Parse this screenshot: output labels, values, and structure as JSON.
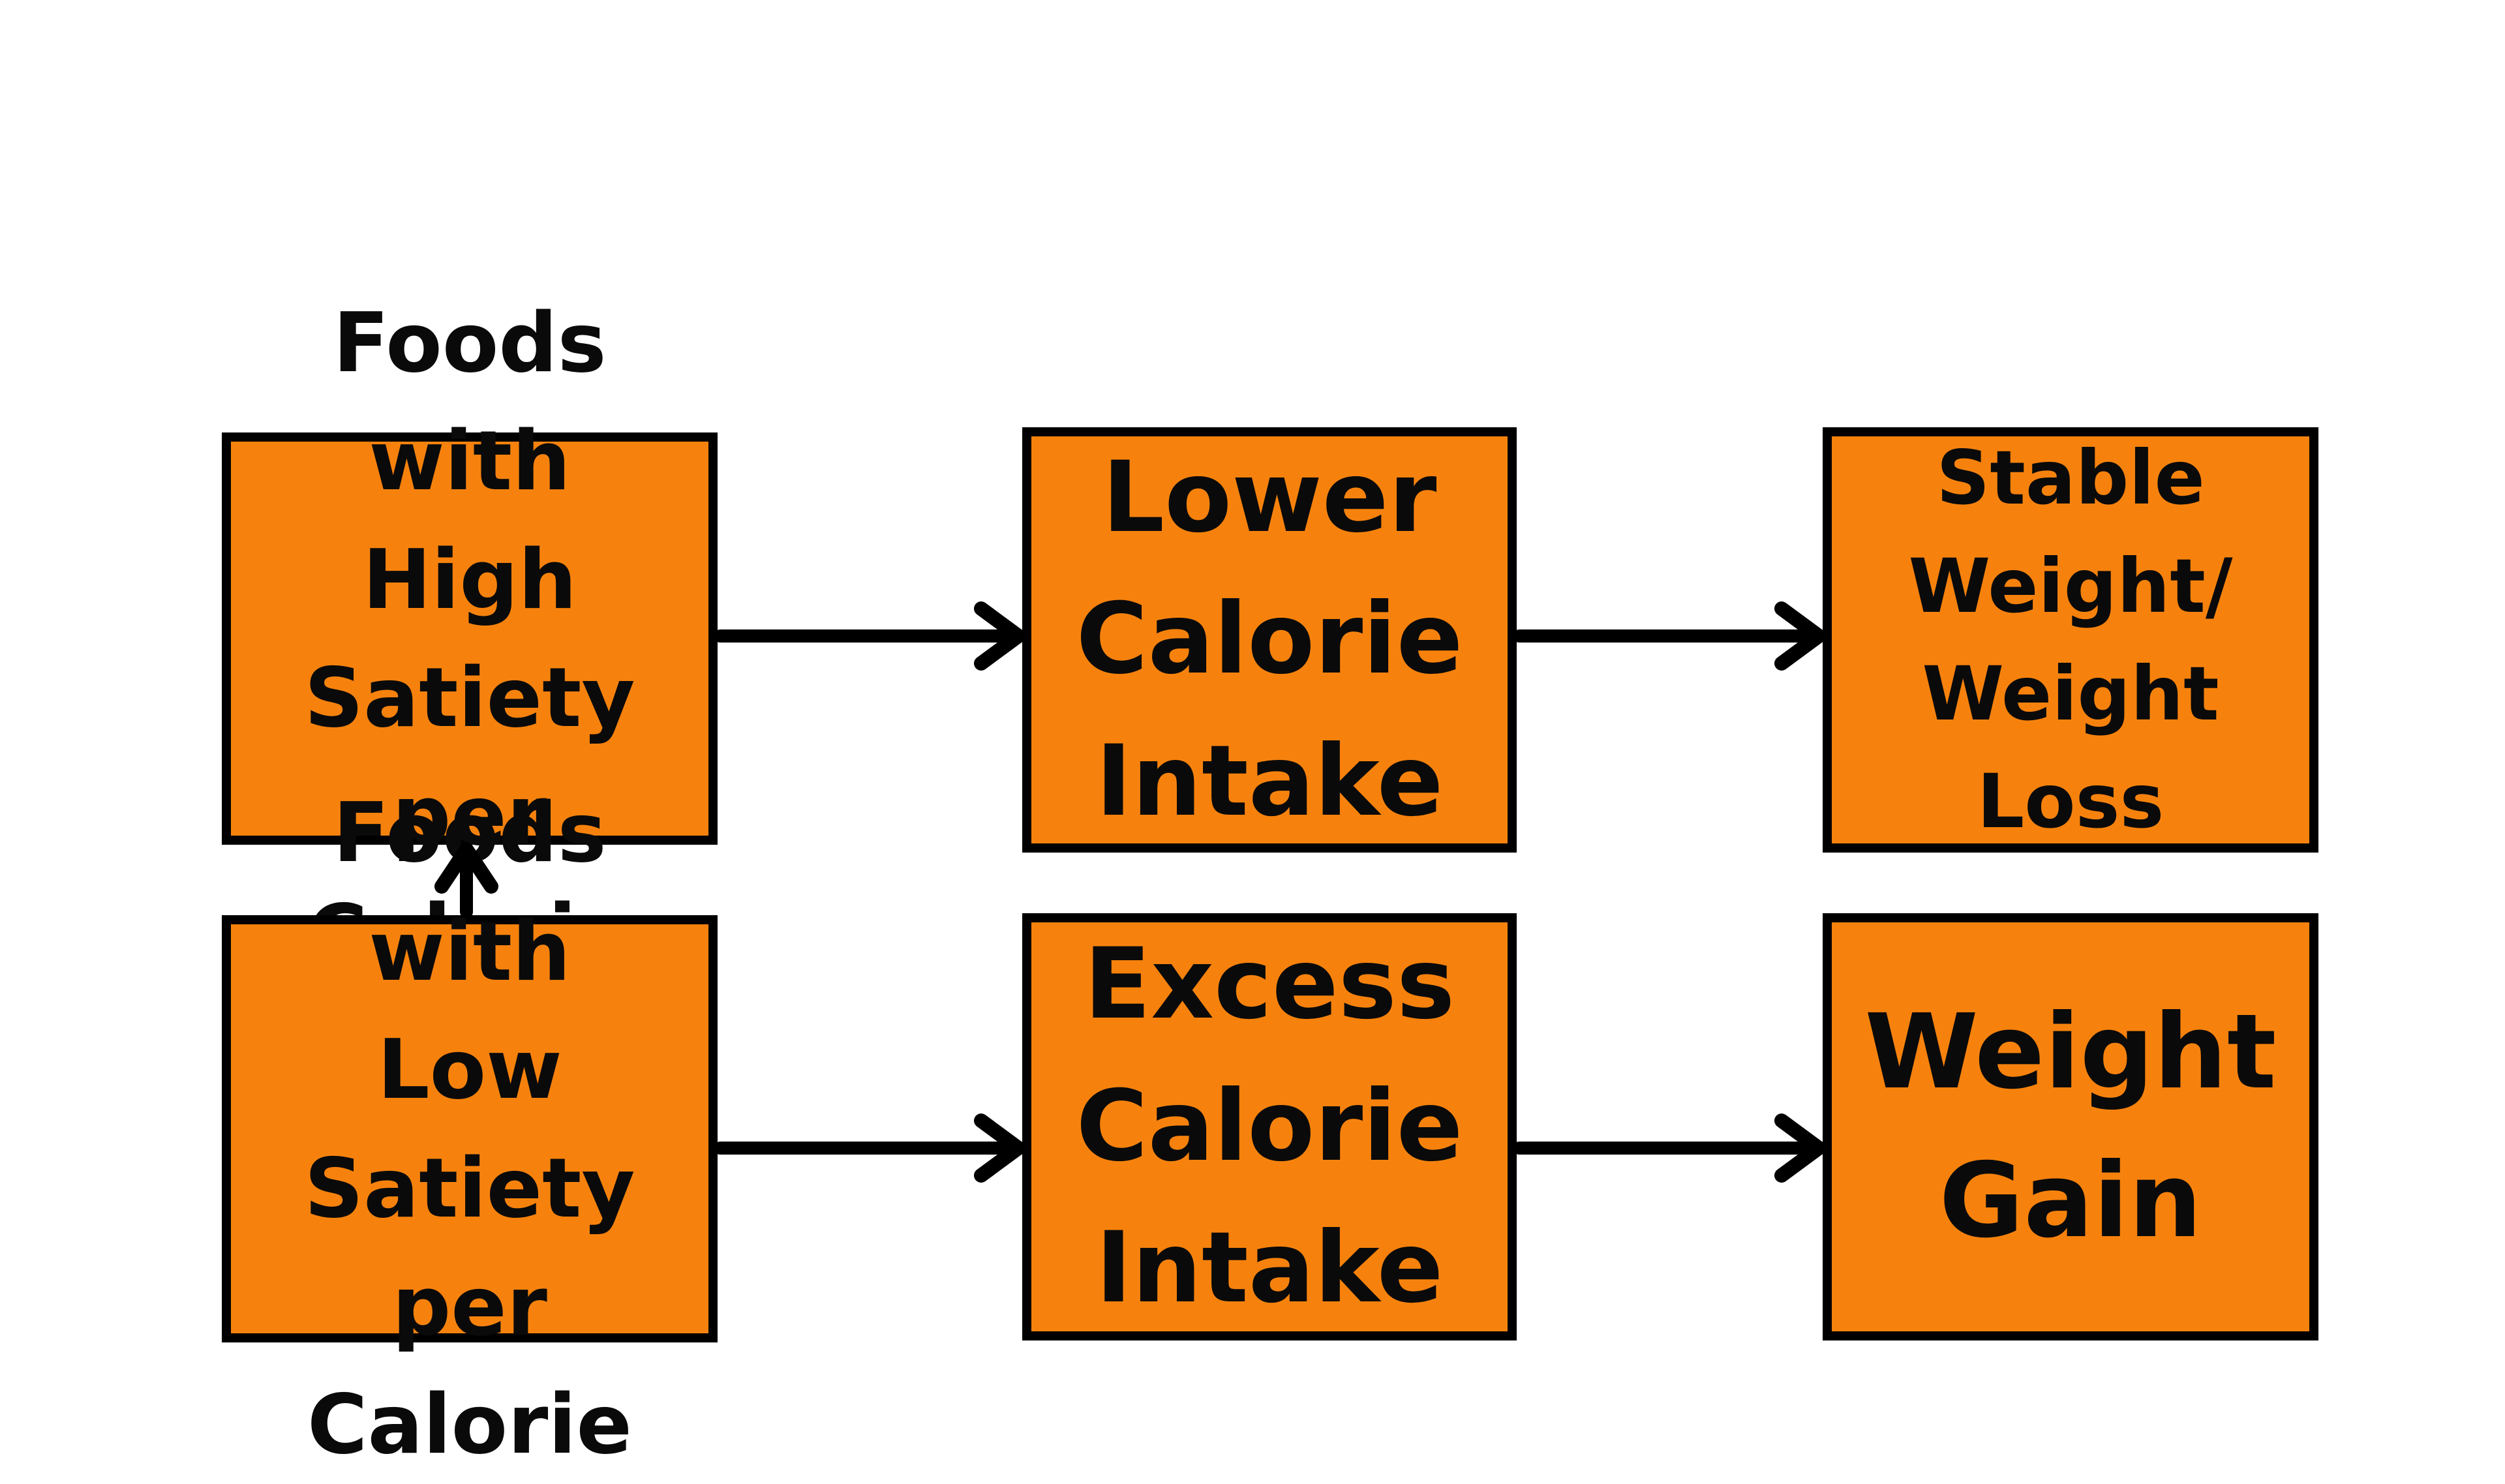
{
  "diagram": {
    "colors": {
      "background": "#FFFFFF",
      "box_fill": "#F6820D",
      "box_border": "#000000",
      "arrow": "#000000",
      "text": "#0A0A0A"
    },
    "nodes": [
      {
        "id": "foods-high-satiety",
        "label": "Foods with\nHigh Satiety\nper Calorie"
      },
      {
        "id": "lower-calorie-intake",
        "label": "Lower\nCalorie\nIntake"
      },
      {
        "id": "stable-weight-weight-loss",
        "label": "Stable\nWeight/\nWeight\nLoss"
      },
      {
        "id": "foods-low-satiety",
        "label": "Foods with\nLow Satiety\nper Calorie"
      },
      {
        "id": "excess-calorie-intake",
        "label": "Excess\nCalorie\nIntake"
      },
      {
        "id": "weight-gain",
        "label": "Weight\nGain"
      }
    ],
    "edges": [
      {
        "from": "foods-high-satiety",
        "to": "lower-calorie-intake"
      },
      {
        "from": "lower-calorie-intake",
        "to": "stable-weight-weight-loss"
      },
      {
        "from": "foods-low-satiety",
        "to": "excess-calorie-intake"
      },
      {
        "from": "excess-calorie-intake",
        "to": "weight-gain"
      },
      {
        "from": "foods-low-satiety",
        "to": "foods-high-satiety"
      }
    ]
  }
}
